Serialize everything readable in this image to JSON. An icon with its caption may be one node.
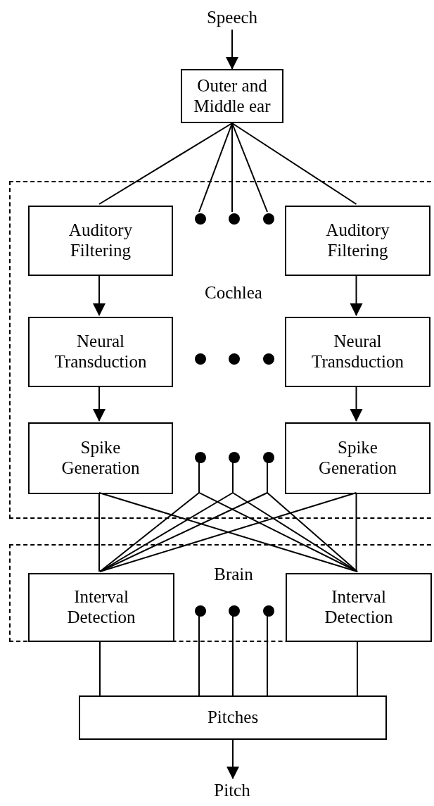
{
  "diagram": {
    "nodes": [
      {
        "text": [
          "Speech"
        ]
      },
      {
        "text": [
          "Outer and Middle ear"
        ]
      },
      {
        "text": [
          "Cochlea"
        ]
      },
      {
        "text": [
          "Auditory Filtering"
        ],
        "in": 2
      },
      {
        "text": [],
        "shape": "circle",
        "in": 2
      },
      {
        "text": [],
        "shape": "circle",
        "in": 2
      },
      {
        "text": [],
        "shape": "circle",
        "in": 2
      },
      {
        "text": [
          "Auditory Filtering"
        ],
        "in": 2
      },
      {
        "text": [
          "Neural Transduction"
        ],
        "in": 2
      },
      {
        "text": [],
        "shape": "circle",
        "in": 2
      },
      {
        "text": [],
        "shape": "circle",
        "in": 2
      },
      {
        "text": [],
        "shape": "circle",
        "in": 2
      },
      {
        "text": [
          "Neural Transduction"
        ],
        "in": 2
      },
      {
        "text": [
          "Spike Generation"
        ],
        "in": 2
      },
      {
        "text": [],
        "shape": "circle",
        "in": 2
      },
      {
        "text": [],
        "shape": "circle",
        "in": 2
      },
      {
        "text": [],
        "shape": "circle",
        "in": 2
      },
      {
        "text": [
          "Spike Generation"
        ],
        "in": 2
      },
      {
        "text": [
          "Brain"
        ]
      },
      {
        "text": [
          "Interval Detection"
        ],
        "in": 18
      },
      {
        "text": [],
        "shape": "circle",
        "in": 18
      },
      {
        "text": [],
        "shape": "circle",
        "in": 18
      },
      {
        "text": [],
        "shape": "circle",
        "in": 18
      },
      {
        "text": [
          "Interval Detection"
        ],
        "in": 18
      },
      {
        "text": [
          "Pitches"
        ]
      },
      {
        "text": [
          "Pitch"
        ]
      }
    ],
    "edges": [
      {
        "from": 0,
        "to": 1,
        "arrow": "to"
      },
      {
        "from": 1,
        "to": 3,
        "arrow": "none"
      },
      {
        "from": 1,
        "to": 4,
        "arrow": "none"
      },
      {
        "from": 1,
        "to": 5,
        "arrow": "none"
      },
      {
        "from": 1,
        "to": 6,
        "arrow": "none"
      },
      {
        "from": 1,
        "to": 7,
        "arrow": "none"
      },
      {
        "from": 3,
        "to": 8,
        "arrow": "to"
      },
      {
        "from": 7,
        "to": 12,
        "arrow": "to"
      },
      {
        "from": 8,
        "to": 13,
        "arrow": "to"
      },
      {
        "from": 12,
        "to": 17,
        "arrow": "to"
      },
      {
        "from": 13,
        "to": 19,
        "arrow": "none"
      },
      {
        "from": 13,
        "to": 23,
        "arrow": "none"
      },
      {
        "from": 14,
        "to": 19,
        "arrow": "none"
      },
      {
        "from": 14,
        "to": 23,
        "arrow": "none"
      },
      {
        "from": 15,
        "to": 19,
        "arrow": "none"
      },
      {
        "from": 15,
        "to": 23,
        "arrow": "none"
      },
      {
        "from": 16,
        "to": 19,
        "arrow": "none"
      },
      {
        "from": 16,
        "to": 23,
        "arrow": "none"
      },
      {
        "from": 17,
        "to": 19,
        "arrow": "none"
      },
      {
        "from": 17,
        "to": 23,
        "arrow": "none"
      },
      {
        "from": 19,
        "to": 24,
        "arrow": "none"
      },
      {
        "from": 20,
        "to": 24,
        "arrow": "none"
      },
      {
        "from": 21,
        "to": 24,
        "arrow": "none"
      },
      {
        "from": 22,
        "to": 24,
        "arrow": "none"
      },
      {
        "from": 23,
        "to": 24,
        "arrow": "none"
      },
      {
        "from": 24,
        "to": 25,
        "arrow": "to"
      }
    ]
  }
}
